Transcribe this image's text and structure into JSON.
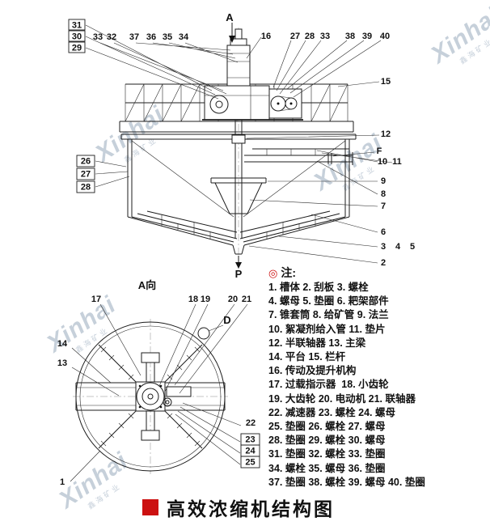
{
  "watermark": {
    "brand": "Xinhai",
    "sub": "鑫海矿业"
  },
  "side_view": {
    "callouts": {
      "n31": "31",
      "n30": "30",
      "n29": "29",
      "n33_left": "33",
      "n32": "32",
      "n37": "37",
      "n36": "36",
      "n35": "35",
      "n34": "34",
      "section_a": "A",
      "n16": "16",
      "n27_top": "27",
      "n28_top": "28",
      "n33_top": "33",
      "n38": "38",
      "n39": "39",
      "n40": "40",
      "n15": "15",
      "n12": "12",
      "flange_f": "F",
      "n10": "10",
      "n11": "11",
      "n9": "9",
      "n8": "8",
      "n7": "7",
      "n26": "26",
      "n27_left": "27",
      "n28_left": "28",
      "n6": "6",
      "n3": "3",
      "n4": "4",
      "n5": "5",
      "n2": "2",
      "discharge_p": "P"
    }
  },
  "top_view": {
    "label": "A向",
    "callouts": {
      "n17": "17",
      "n18": "18",
      "n19": "19",
      "n20": "20",
      "n21": "21",
      "detail_d": "D",
      "n14": "14",
      "n13": "13",
      "n22": "22",
      "n23": "23",
      "n24": "24",
      "n25": "25",
      "n1": "1"
    }
  },
  "notes": {
    "marker": "◎",
    "header": "注:",
    "lines": [
      "1. 槽体 2. 刮板 3. 螺栓",
      "4. 螺母 5. 垫圈 6. 耙架部件",
      "7. 锥套筒 8. 给矿管 9. 法兰",
      "10. 絮凝剂给入管 11. 垫片",
      "12. 半联轴器 13. 主梁",
      "14. 平台 15. 栏杆",
      "16. 传动及提升机构",
      "17. 过载指示器  18. 小齿轮",
      "19. 大齿轮 20. 电动机 21. 联轴器",
      "22. 减速器 23. 螺栓 24. 螺母",
      "25. 垫圈 26. 螺栓 27. 螺母",
      "28. 垫圈 29. 螺栓 30. 螺母",
      "31. 垫圈 32. 螺栓 33. 垫圈",
      "34. 螺栓 35. 螺母 36. 垫圈",
      "37. 垫圈 38. 螺栓 39. 螺母 40. 垫圈"
    ]
  },
  "title": "高效浓缩机结构图"
}
